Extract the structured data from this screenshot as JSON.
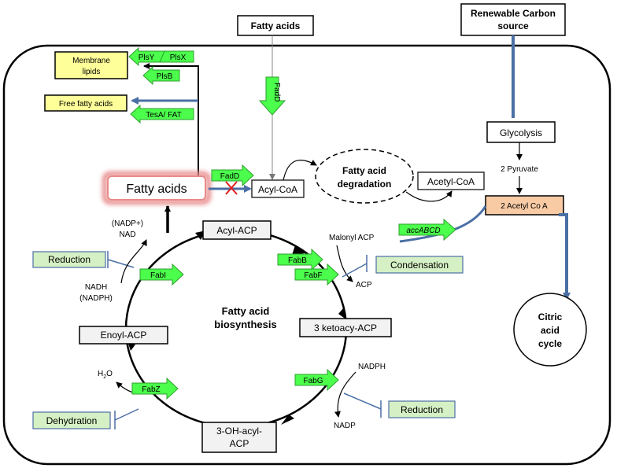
{
  "colors": {
    "green": "#4cff4c",
    "green_dark": "#2e9e2e",
    "yellow": "#ffff99",
    "peach": "#f8cba5",
    "process_box_fill": "#d5f0c4",
    "grey_box": "#f2f2f2",
    "blue_arrow": "#4a6fa5",
    "red_cross": "#e02020",
    "highlight_glow": "#e88a8a"
  },
  "top": {
    "fatty_acids_external": "Fatty acids",
    "renewable_carbon_line1": "Renewable Carbon",
    "renewable_carbon_line2": "source"
  },
  "lipids": {
    "membrane_lipids_line1": "Membrane",
    "membrane_lipids_line2": "lipids",
    "free_fatty_acids": "Free fatty acids"
  },
  "enzymes": {
    "plsy": "PlsY",
    "plsx": "PlsX",
    "plsb": "PlsB",
    "tesa_fat": "TesA/ FAT",
    "fadd_vertical": "FadD",
    "fadd": "FadD",
    "fabb": "FabB",
    "fabf": "FabF",
    "fabi": "FabI",
    "fabz": "FabZ",
    "fabg": "FabG",
    "accabcd": "accABCD"
  },
  "nodes": {
    "fatty_acids_main": "Fatty acids",
    "acyl_coa": "Acyl-CoA",
    "fatty_acid_degradation_line1": "Fatty acid",
    "fatty_acid_degradation_line2": "degradation",
    "acetyl_coa": "Acetyl-CoA",
    "glycolysis": "Glycolysis",
    "two_pyruvate": "2 Pyruvate",
    "two_acetyl_coa": "2 Acetyl Co A",
    "malonyl_acp": "Malonyl ACP",
    "acp": "ACP",
    "citric_line1": "Citric",
    "citric_line2": "acid",
    "citric_line3": "cycle"
  },
  "cycle": {
    "acyl_acp": "Acyl-ACP",
    "ketoacyl_acp": "3 ketoacy-ACP",
    "oh_acyl_line1": "3-OH-acyl-",
    "oh_acyl_line2": "ACP",
    "enoyl_acp": "Enoyl-ACP",
    "center_line1": "Fatty acid",
    "center_line2": "biosynthesis"
  },
  "cofactors": {
    "nadp_plus": "(NADP+)",
    "nad": "NAD",
    "nadh": "NADH",
    "nadph_paren": "(NADPH)",
    "h2o_h": "H",
    "h2o_2": "2",
    "h2o_o": "O",
    "nadph": "NADPH",
    "nadp": "NADP"
  },
  "processes": {
    "reduction_left": "Reduction",
    "condensation": "Condensation",
    "dehydration": "Dehydration",
    "reduction_right": "Reduction"
  }
}
